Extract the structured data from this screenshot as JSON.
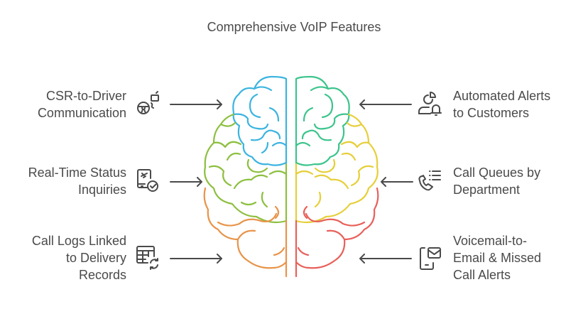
{
  "title": "Comprehensive VoIP Features",
  "features": {
    "left": [
      {
        "lines": [
          "CSR-to-Driver",
          "Communication"
        ],
        "icon": "steering-wheel-chat-icon",
        "color": "#3bb4e0"
      },
      {
        "lines": [
          "Real-Time Status",
          "Inquiries"
        ],
        "icon": "phone-checkmark-icon",
        "color": "#8dbf3f"
      },
      {
        "lines": [
          "Call Logs Linked",
          "to Delivery",
          "Records"
        ],
        "icon": "table-sync-icon",
        "color": "#e8944a"
      }
    ],
    "right": [
      {
        "lines": [
          "Automated Alerts",
          "to Customers"
        ],
        "icon": "user-chart-bell-icon",
        "color": "#3cc48c"
      },
      {
        "lines": [
          "Call Queues by",
          "Department"
        ],
        "icon": "phone-list-icon",
        "color": "#e6cf3a"
      },
      {
        "lines": [
          "Voicemail-to-",
          "Email & Missed",
          "Call Alerts"
        ],
        "icon": "mobile-mail-icon",
        "color": "#e8605a"
      }
    ]
  },
  "colors": {
    "text": "#4a4a4a",
    "arrow": "#4a4a4a",
    "brain_top_left": "#3bb4e0",
    "brain_mid_left": "#8dbf3f",
    "brain_bottom_left": "#e8944a",
    "brain_top_right": "#3cc48c",
    "brain_mid_right": "#e6cf3a",
    "brain_bottom_right": "#e8605a"
  }
}
